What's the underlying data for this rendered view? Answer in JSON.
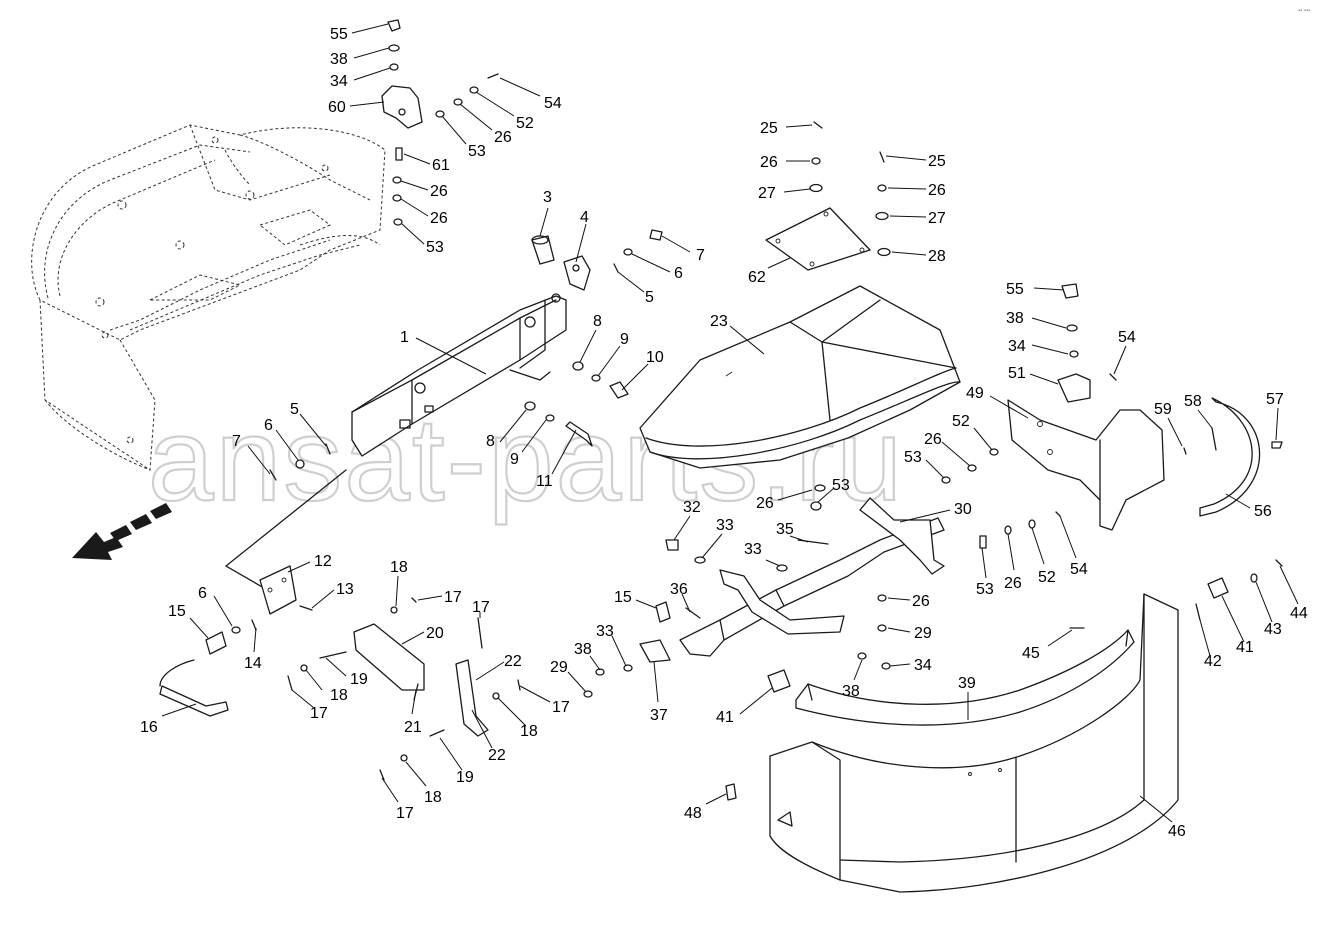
{
  "watermark": "ansat-parts.ru",
  "corner_mark": "▪▪ ▪▪▪",
  "colors": {
    "line": "#1a1a1a",
    "watermark": "#cfcfcf",
    "arrow": "#1a1a1a"
  },
  "callouts": [
    {
      "id": "c55a",
      "label": "55"
    },
    {
      "id": "c38a",
      "label": "38"
    },
    {
      "id": "c34a",
      "label": "34"
    },
    {
      "id": "c60",
      "label": "60"
    },
    {
      "id": "c54a",
      "label": "54"
    },
    {
      "id": "c52a",
      "label": "52"
    },
    {
      "id": "c26a",
      "label": "26"
    },
    {
      "id": "c53a",
      "label": "53"
    },
    {
      "id": "c61",
      "label": "61"
    },
    {
      "id": "c26b",
      "label": "26"
    },
    {
      "id": "c26c",
      "label": "26"
    },
    {
      "id": "c53b",
      "label": "53"
    },
    {
      "id": "c25a",
      "label": "25"
    },
    {
      "id": "c26d",
      "label": "26"
    },
    {
      "id": "c27a",
      "label": "27"
    },
    {
      "id": "c25b",
      "label": "25"
    },
    {
      "id": "c26e",
      "label": "26"
    },
    {
      "id": "c27b",
      "label": "27"
    },
    {
      "id": "c28",
      "label": "28"
    },
    {
      "id": "c62",
      "label": "62"
    },
    {
      "id": "c3",
      "label": "3"
    },
    {
      "id": "c4",
      "label": "4"
    },
    {
      "id": "c7a",
      "label": "7"
    },
    {
      "id": "c6a",
      "label": "6"
    },
    {
      "id": "c5a",
      "label": "5"
    },
    {
      "id": "c1",
      "label": "1"
    },
    {
      "id": "c8a",
      "label": "8"
    },
    {
      "id": "c9a",
      "label": "9"
    },
    {
      "id": "c10",
      "label": "10"
    },
    {
      "id": "c23",
      "label": "23"
    },
    {
      "id": "c55b",
      "label": "55"
    },
    {
      "id": "c38b",
      "label": "38"
    },
    {
      "id": "c34b",
      "label": "34"
    },
    {
      "id": "c54b",
      "label": "54"
    },
    {
      "id": "c51",
      "label": "51"
    },
    {
      "id": "c49",
      "label": "49"
    },
    {
      "id": "c52b",
      "label": "52"
    },
    {
      "id": "c26f",
      "label": "26"
    },
    {
      "id": "c53c",
      "label": "53"
    },
    {
      "id": "c59",
      "label": "59"
    },
    {
      "id": "c58",
      "label": "58"
    },
    {
      "id": "c57",
      "label": "57"
    },
    {
      "id": "c56",
      "label": "56"
    },
    {
      "id": "c7b",
      "label": "7"
    },
    {
      "id": "c6b",
      "label": "6"
    },
    {
      "id": "c5b",
      "label": "5"
    },
    {
      "id": "c8b",
      "label": "8"
    },
    {
      "id": "c9b",
      "label": "9"
    },
    {
      "id": "c11",
      "label": "11"
    },
    {
      "id": "c26g",
      "label": "26"
    },
    {
      "id": "c53d",
      "label": "53"
    },
    {
      "id": "c30",
      "label": "30"
    },
    {
      "id": "c32",
      "label": "32"
    },
    {
      "id": "c33a",
      "label": "33"
    },
    {
      "id": "c35",
      "label": "35"
    },
    {
      "id": "c33b",
      "label": "33"
    },
    {
      "id": "c12",
      "label": "12"
    },
    {
      "id": "c13",
      "label": "13"
    },
    {
      "id": "c6c",
      "label": "6"
    },
    {
      "id": "c15a",
      "label": "15"
    },
    {
      "id": "c14",
      "label": "14"
    },
    {
      "id": "c16",
      "label": "16"
    },
    {
      "id": "c18a",
      "label": "18"
    },
    {
      "id": "c17a",
      "label": "17"
    },
    {
      "id": "c17b",
      "label": "17"
    },
    {
      "id": "c20",
      "label": "20"
    },
    {
      "id": "c19a",
      "label": "19"
    },
    {
      "id": "c18b",
      "label": "18"
    },
    {
      "id": "c17c",
      "label": "17"
    },
    {
      "id": "c22a",
      "label": "22"
    },
    {
      "id": "c21",
      "label": "21"
    },
    {
      "id": "c17d",
      "label": "17"
    },
    {
      "id": "c18c",
      "label": "18"
    },
    {
      "id": "c22b",
      "label": "22"
    },
    {
      "id": "c19b",
      "label": "19"
    },
    {
      "id": "c18d",
      "label": "18"
    },
    {
      "id": "c17e",
      "label": "17"
    },
    {
      "id": "c15b",
      "label": "15"
    },
    {
      "id": "c36",
      "label": "36"
    },
    {
      "id": "c38c",
      "label": "38"
    },
    {
      "id": "c33c",
      "label": "33"
    },
    {
      "id": "c29a",
      "label": "29"
    },
    {
      "id": "c37",
      "label": "37"
    },
    {
      "id": "c53e",
      "label": "53"
    },
    {
      "id": "c26h",
      "label": "26"
    },
    {
      "id": "c52c",
      "label": "52"
    },
    {
      "id": "c54c",
      "label": "54"
    },
    {
      "id": "c26i",
      "label": "26"
    },
    {
      "id": "c29b",
      "label": "29"
    },
    {
      "id": "c34c",
      "label": "34"
    },
    {
      "id": "c38d",
      "label": "38"
    },
    {
      "id": "c41a",
      "label": "41"
    },
    {
      "id": "c39",
      "label": "39"
    },
    {
      "id": "c45",
      "label": "45"
    },
    {
      "id": "c42",
      "label": "42"
    },
    {
      "id": "c41b",
      "label": "41"
    },
    {
      "id": "c43",
      "label": "43"
    },
    {
      "id": "c44",
      "label": "44"
    },
    {
      "id": "c48",
      "label": "48"
    },
    {
      "id": "c46",
      "label": "46"
    }
  ]
}
